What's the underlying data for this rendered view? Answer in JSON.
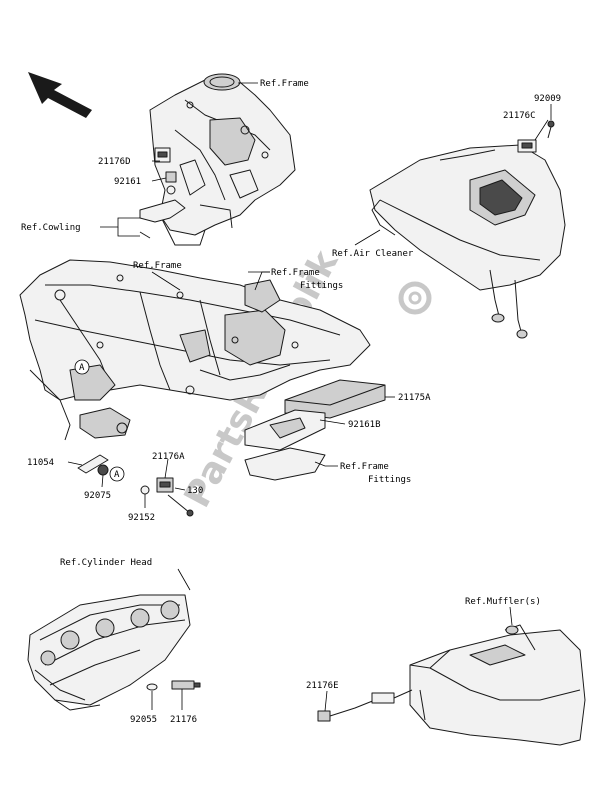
{
  "labels": {
    "ref_frame_top": "Ref.Frame",
    "p92009": "92009",
    "p21176C": "21176C",
    "p21176D": "21176D",
    "p92161": "92161",
    "ref_cowling": "Ref.Cowling",
    "ref_air_cleaner": "Ref.Air Cleaner",
    "ref_frame_mid": "Ref.Frame",
    "ref_frame_fittings_1a": "Ref.Frame",
    "ref_frame_fittings_1b": "Fittings",
    "p21175A": "21175A",
    "p92161B": "92161B",
    "p11054": "11054",
    "p21176A": "21176A",
    "ref_frame_fittings_2a": "Ref.Frame",
    "ref_frame_fittings_2b": "Fittings",
    "p92075": "92075",
    "p92152": "92152",
    "p130": "130",
    "ref_cylinder_head": "Ref.Cylinder Head",
    "ref_muffler": "Ref.Muffler(s)",
    "p21176E": "21176E",
    "p92055": "92055",
    "p21176": "21176",
    "marker_a1": "A",
    "marker_a2": "A"
  },
  "watermark": "PartsRepublik",
  "icons": {
    "direction": "front-arrow-icon",
    "watermark_gear": "gear-icon"
  }
}
